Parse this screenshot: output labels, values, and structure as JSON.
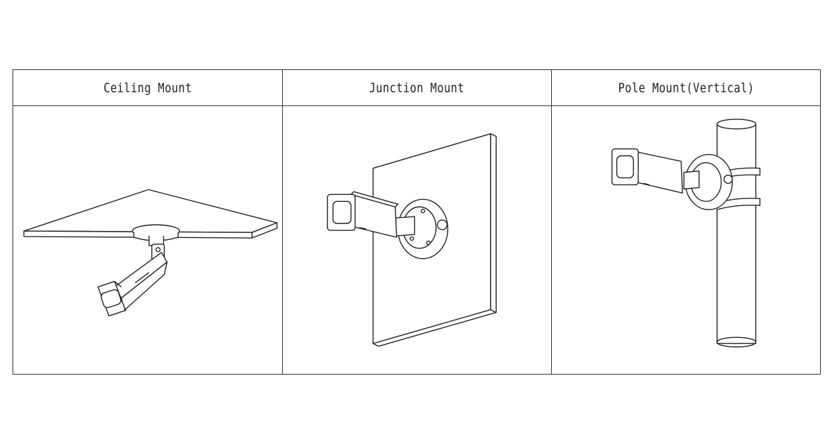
{
  "columns": [
    {
      "label": "Ceiling Mount",
      "illustration": "ceiling-mount-camera"
    },
    {
      "label": "Junction Mount",
      "illustration": "junction-box-wall-camera"
    },
    {
      "label": "Pole Mount(Vertical)",
      "illustration": "vertical-pole-camera"
    }
  ],
  "colors": {
    "line": "#222222",
    "background": "#ffffff"
  }
}
